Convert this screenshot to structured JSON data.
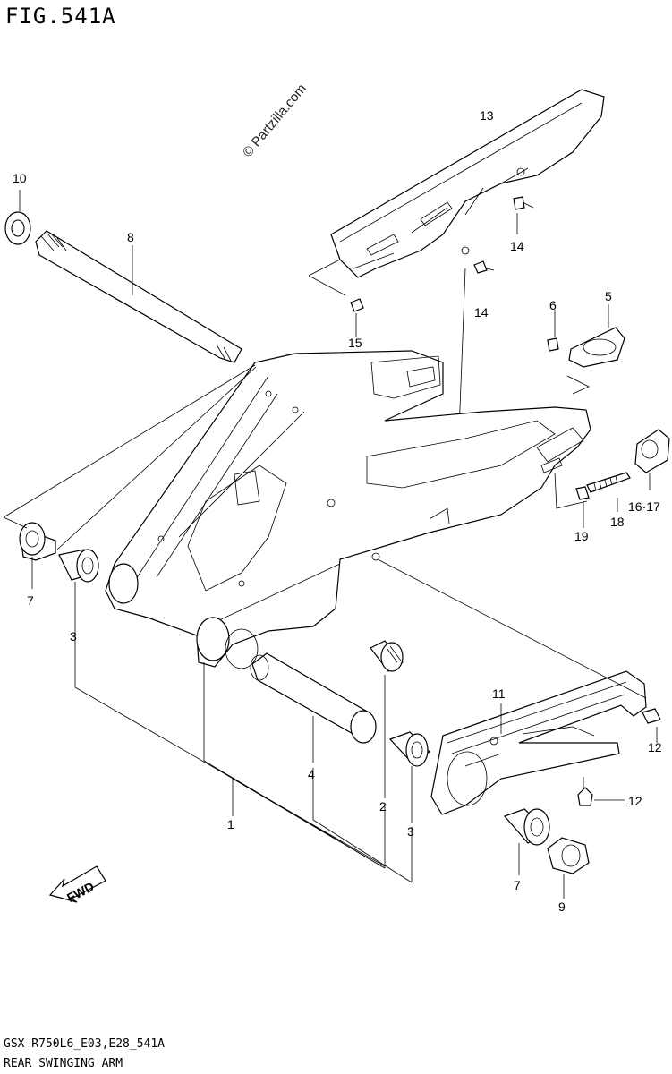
{
  "figure": {
    "title": "FIG.541A",
    "footer_code": "GSX-R750L6_E03,E28_541A",
    "footer_name": "REAR SWINGING ARM",
    "watermark": "© Partzilla.com",
    "fwd_label": "FWD"
  },
  "callouts": [
    {
      "id": "c10",
      "label": "10"
    },
    {
      "id": "c8",
      "label": "8"
    },
    {
      "id": "c13",
      "label": "13"
    },
    {
      "id": "c14a",
      "label": "14"
    },
    {
      "id": "c14b",
      "label": "14"
    },
    {
      "id": "c15",
      "label": "15"
    },
    {
      "id": "c6",
      "label": "6"
    },
    {
      "id": "c5",
      "label": "5"
    },
    {
      "id": "c16",
      "label": "16·17"
    },
    {
      "id": "c18",
      "label": "18"
    },
    {
      "id": "c19",
      "label": "19"
    },
    {
      "id": "c7a",
      "label": "7"
    },
    {
      "id": "c3a",
      "label": "3"
    },
    {
      "id": "c11",
      "label": "11"
    },
    {
      "id": "c12a",
      "label": "12"
    },
    {
      "id": "c12b",
      "label": "12"
    },
    {
      "id": "c4",
      "label": "4"
    },
    {
      "id": "c2",
      "label": "2"
    },
    {
      "id": "c3b",
      "label": "3"
    },
    {
      "id": "c1",
      "label": "1"
    },
    {
      "id": "c7b",
      "label": "7"
    },
    {
      "id": "c9",
      "label": "9"
    }
  ]
}
